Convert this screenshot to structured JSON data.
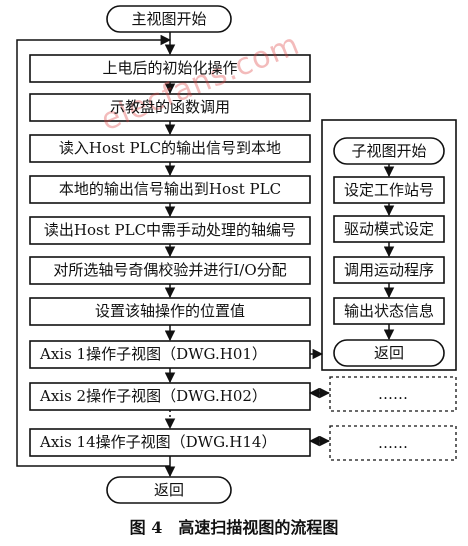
{
  "main": {
    "start": "主视图开始",
    "steps": [
      "上电后的初始化操作",
      "示教盘的函数调用",
      "读入Host PLC的输出信号到本地",
      "本地的输出信号输出到Host PLC",
      "读出Host PLC中需手动处理的轴编号",
      "对所选轴号奇偶校验并进行I/O分配",
      "设置该轴操作的位置值",
      "Axis 1操作子视图（DWG.H01）",
      "Axis 2操作子视图（DWG.H02）",
      "Axis 14操作子视图（DWG.H14）"
    ],
    "end": "返回"
  },
  "sub": {
    "start": "子视图开始",
    "steps": [
      "设定工作站号",
      "驱动模式设定",
      "调用运动程序",
      "输出状态信息"
    ],
    "end": "返回"
  },
  "ellipsis": "……",
  "caption": "图 4　高速扫描视图的流程图",
  "watermark": "elecfans.com"
}
